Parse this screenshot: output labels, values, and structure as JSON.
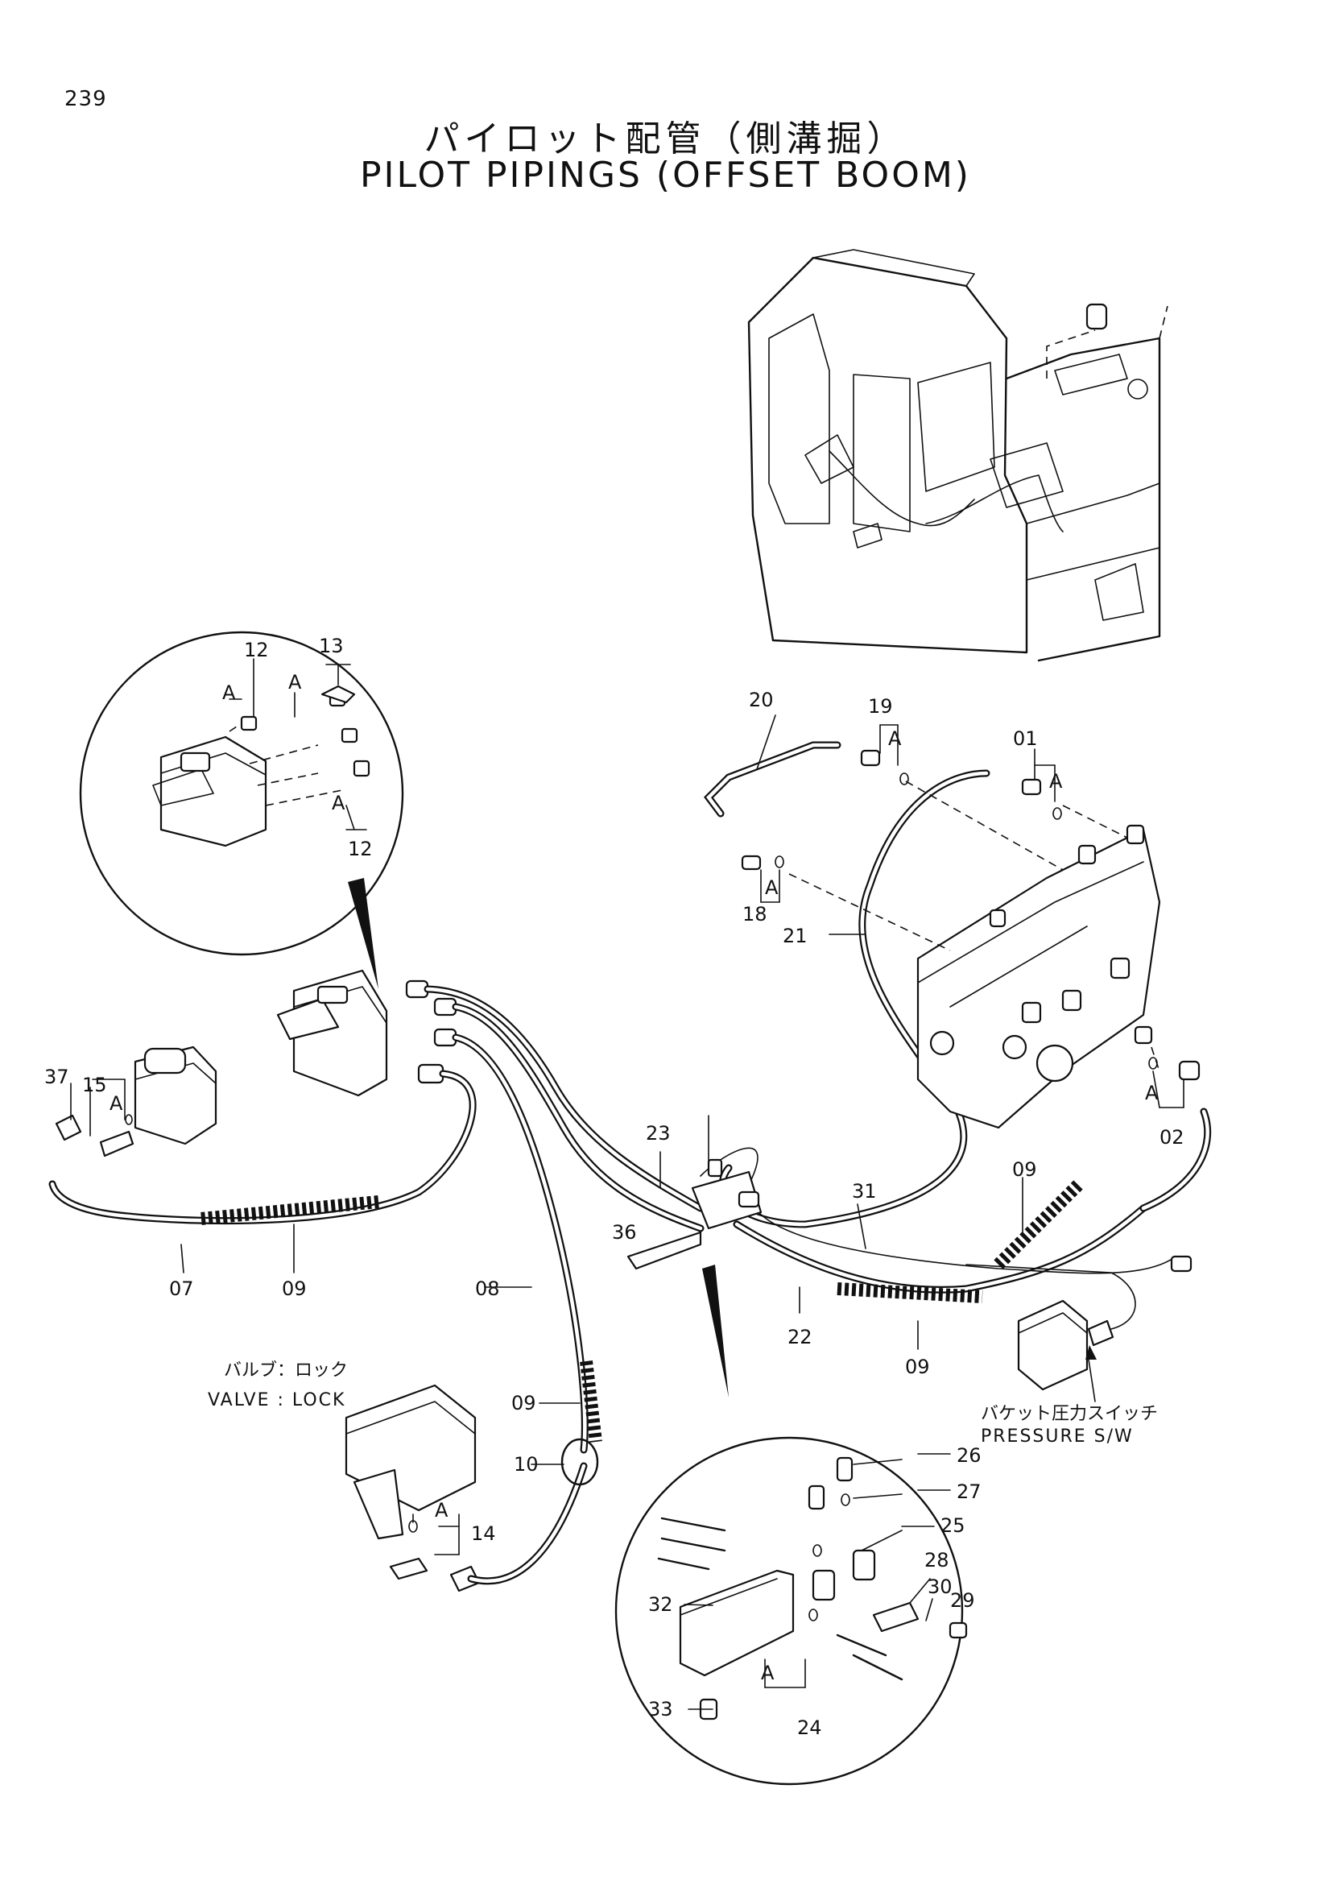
{
  "page_number": "239",
  "title_jp": "パイロット配管（側溝掘）",
  "title_en": "PILOT PIPINGS (OFFSET BOOM)",
  "callouts": {
    "c01": "01",
    "c02": "02",
    "c07": "07",
    "c08": "08",
    "c09a": "09",
    "c09b": "09",
    "c09c": "09",
    "c09d": "09",
    "c10": "10",
    "c12a": "12",
    "c12b": "12",
    "c13": "13",
    "c14": "14",
    "c15": "15",
    "c18": "18",
    "c19": "19",
    "c20": "20",
    "c21": "21",
    "c22": "22",
    "c23": "23",
    "c24": "24",
    "c25": "25",
    "c26": "26",
    "c27": "27",
    "c28": "28",
    "c29": "29",
    "c30": "30",
    "c31": "31",
    "c32": "32",
    "c33": "33",
    "c36": "36",
    "c37": "37"
  },
  "ref_marks": {
    "a1": "A",
    "a2": "A",
    "a3": "A",
    "a4": "A",
    "a5": "A",
    "a6": "A",
    "a7": "A",
    "a8": "A",
    "a9": "A",
    "a10": "A"
  },
  "labels": {
    "valve_lock_jp": "バルブ：ロック",
    "valve_lock_en": "VALVE : LOCK",
    "pressure_switch_jp": "バケット圧力スイッチ",
    "pressure_switch_en": "PRESSURE S/W"
  }
}
